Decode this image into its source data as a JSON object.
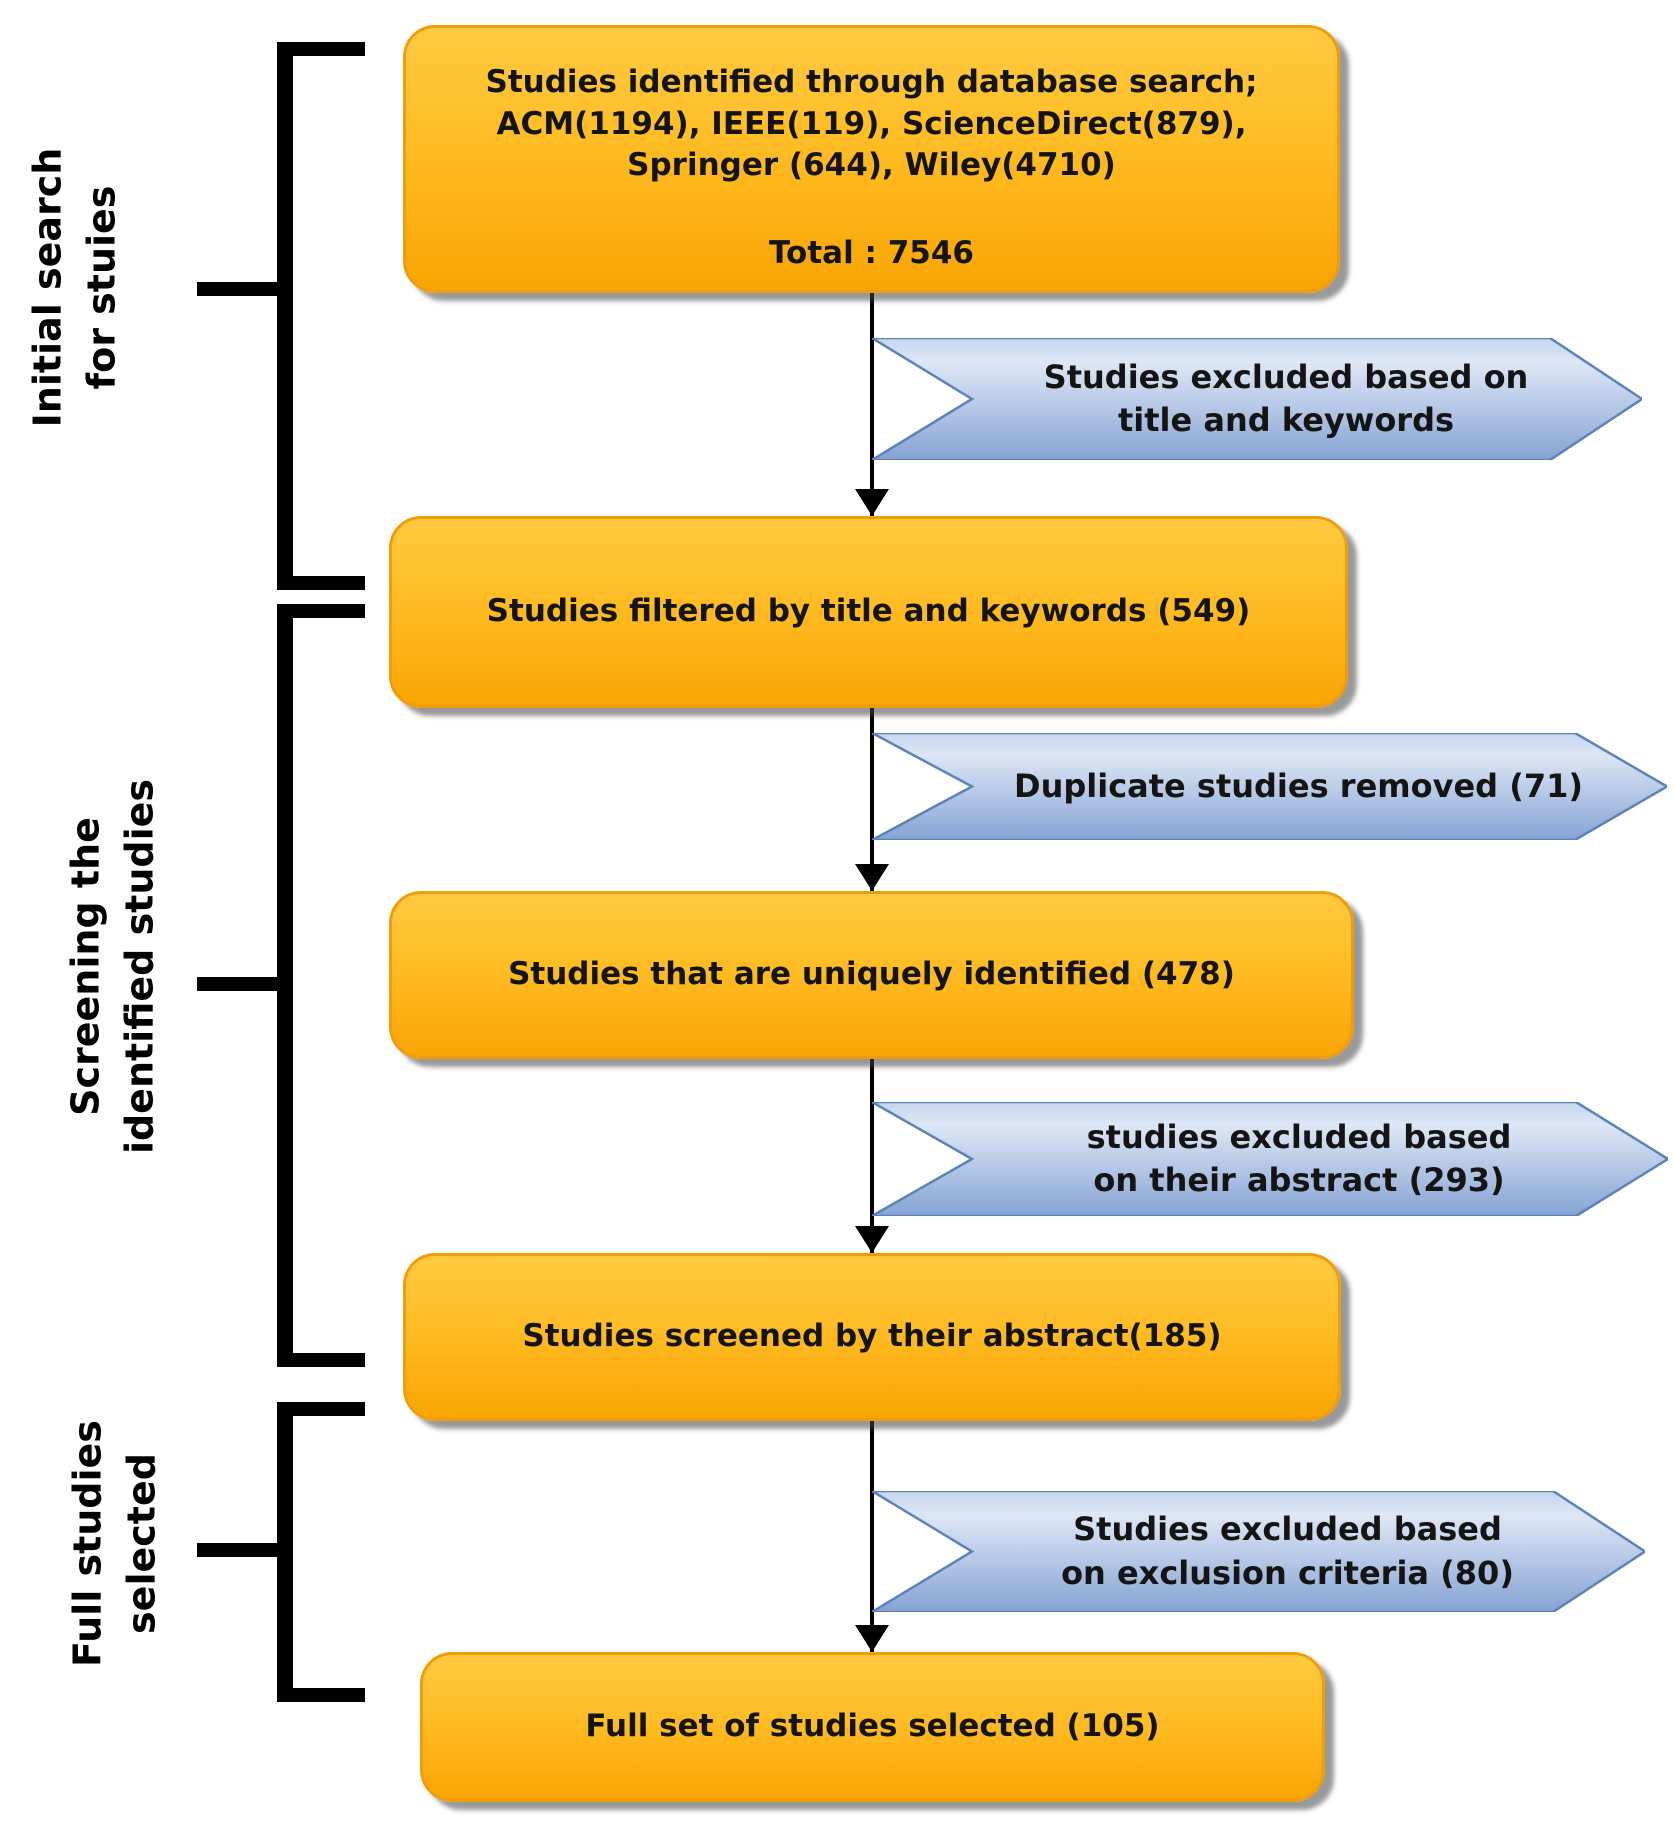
{
  "colors": {
    "box_gradient_top": "#ffca41",
    "box_gradient_mid": "#ffbc24",
    "box_gradient_bottom": "#f8a504",
    "box_border": "#ef9d0c",
    "arrow_gradient_top": "#c5d5ee",
    "arrow_gradient_upper": "#dde7f6",
    "arrow_gradient_bottom": "#86a3d3",
    "arrow_border": "#5b83b8",
    "bracket": "#000000",
    "connector": "#000000"
  },
  "section_labels": [
    {
      "lines": [
        "Initial search",
        "for stuies"
      ]
    },
    {
      "lines": [
        "Screening the",
        "identified studies"
      ]
    },
    {
      "lines": [
        "Full studies",
        "selected"
      ]
    }
  ],
  "boxes": [
    {
      "lines": [
        "Studies identified through database search;",
        "ACM(1194), IEEE(119), ScienceDirect(879),",
        "Springer (644), Wiley(4710)"
      ],
      "total": "Total : 7546"
    },
    {
      "text": "Studies filtered by title and keywords (549)"
    },
    {
      "text": "Studies that are uniquely identified (478)"
    },
    {
      "text": "Studies screened by their abstract(185)"
    },
    {
      "text": "Full set of studies selected (105)"
    }
  ],
  "exclusion_arrows": [
    {
      "lines": [
        "Studies excluded based on",
        "title and keywords"
      ]
    },
    {
      "lines": [
        "Duplicate studies removed (71)"
      ]
    },
    {
      "lines": [
        "studies excluded based",
        "on their abstract (293)"
      ]
    },
    {
      "lines": [
        "Studies excluded based",
        "on exclusion criteria (80)"
      ]
    }
  ]
}
